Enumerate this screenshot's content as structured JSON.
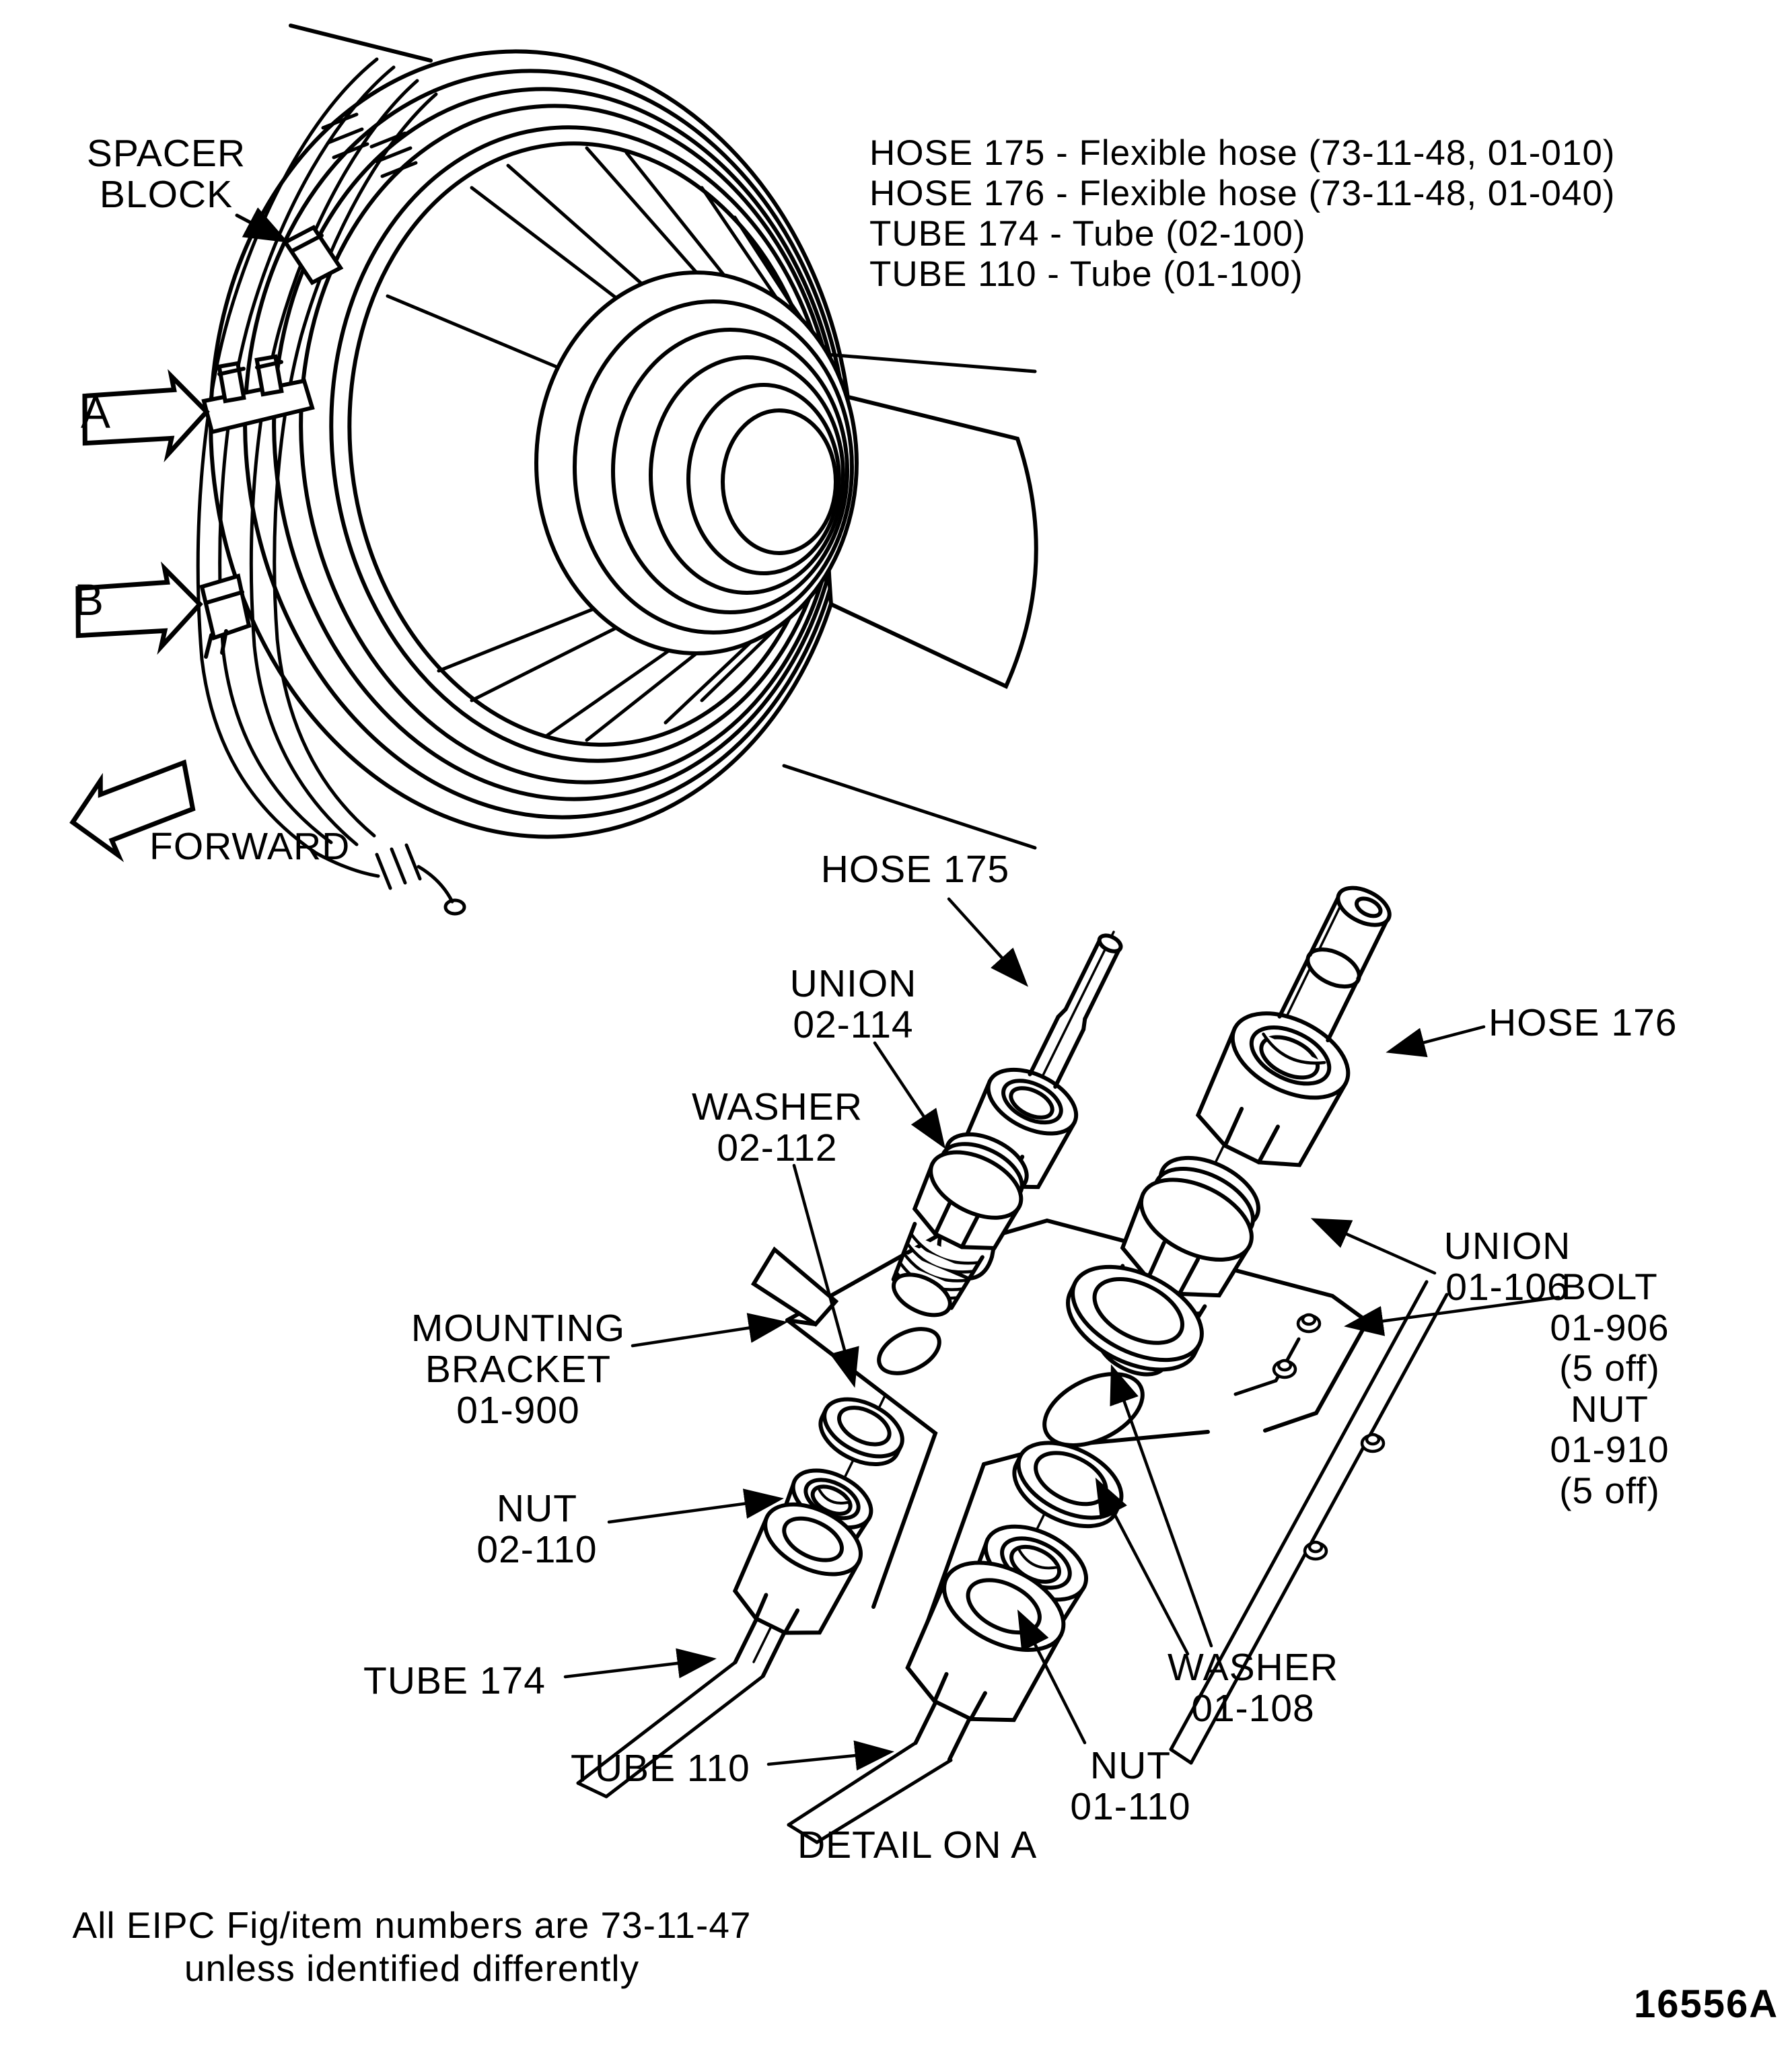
{
  "figure": {
    "id": "16556A",
    "caption": "DETAIL ON A",
    "note": "All EIPC Fig/item numbers are 73-11-47\nunless identified differently"
  },
  "legend": {
    "items": [
      "HOSE 175 - Flexible hose (73-11-48, 01-010)",
      "HOSE 176 - Flexible hose (73-11-48, 01-040)",
      "TUBE 174 - Tube (02-100)",
      "TUBE 110 - Tube (01-100)"
    ]
  },
  "overview": {
    "spacer_block": "SPACER\nBLOCK",
    "view_a": "A",
    "view_b": "B",
    "forward": "FORWARD"
  },
  "detail": {
    "hose_175": "HOSE 175",
    "union_02_114": "UNION\n02-114",
    "washer_02_112": "WASHER\n02-112",
    "hose_176": "HOSE 176",
    "union_01_106": "UNION\n01-106",
    "bolt_nut_block": "BOLT\n01-906\n(5 off)\nNUT\n01-910\n(5 off)",
    "mounting_bracket": "MOUNTING\nBRACKET\n01-900",
    "nut_02_110": "NUT\n02-110",
    "tube_174": "TUBE 174",
    "tube_110": "TUBE 110",
    "washer_01_108": "WASHER\n01-108",
    "nut_01_110": "NUT\n01-110"
  }
}
